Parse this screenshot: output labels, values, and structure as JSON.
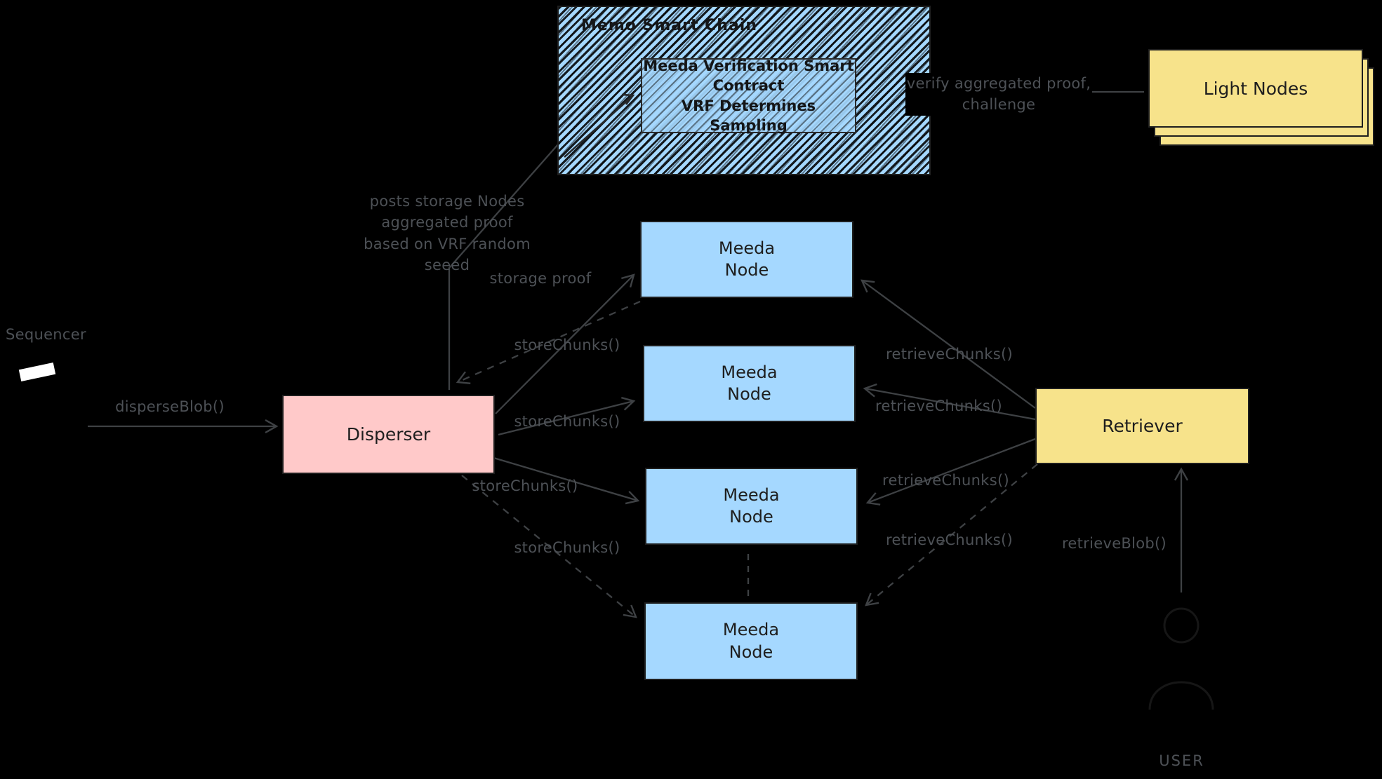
{
  "diagram": {
    "chain": {
      "title": "Memo Smart Chain",
      "contract": "Meeda Verification Smart\nContract\nVRF Determines Sampling"
    },
    "light_nodes": {
      "label": "Light Nodes"
    },
    "sequencer": {
      "label": "Sequencer"
    },
    "disperser": {
      "label": "Disperser"
    },
    "meeda_nodes": [
      "Meeda\nNode",
      "Meeda\nNode",
      "Meeda\nNode",
      "Meeda\nNode"
    ],
    "retriever": {
      "label": "Retriever"
    },
    "user": {
      "label": "USER"
    },
    "labels": {
      "disperse_blob": "disperseBlob()",
      "storage_proof": "storage proof",
      "posts_proof": "posts storage Nodes\naggregated proof\nbased on VRF random\nseeed",
      "verify": "verify aggregated proof,\nchallenge",
      "store_chunks": [
        "storeChunks()",
        "storeChunks()",
        "storeChunks()",
        "storeChunks()"
      ],
      "retrieve_chunks": [
        "retrieveChunks()",
        "retrieveChunks()",
        "retrieveChunks()",
        "retrieveChunks()"
      ],
      "retrieve_blob": "retrieveBlob()"
    },
    "colors": {
      "background": "#000000",
      "node_blue": "#a5d8ff",
      "disperser_pink": "#ffc9c9",
      "retriever_yellow": "#f7e38b",
      "sketch_stroke": "#1e1e1e",
      "edge_gray": "#3e4144",
      "label_gray": "#4d5156"
    }
  }
}
